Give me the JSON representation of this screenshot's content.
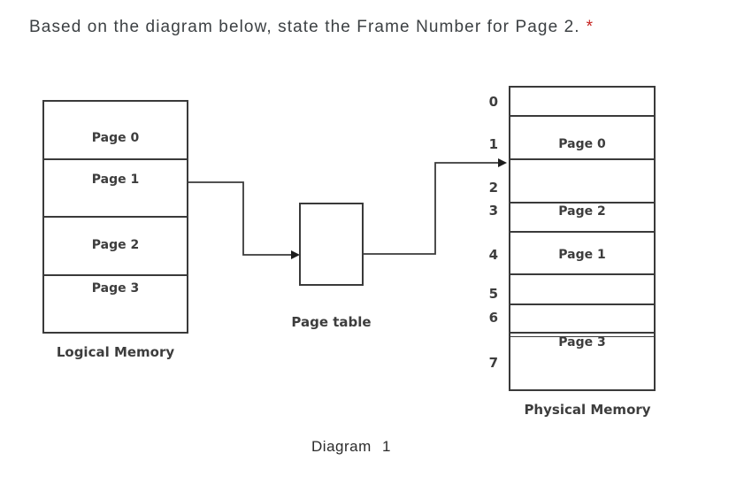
{
  "question": {
    "text": "Based on the diagram below, state the Frame Number for Page 2.",
    "required_marker": "*"
  },
  "diagram": {
    "caption": "Diagram 1",
    "logical_memory": {
      "label": "Logical Memory",
      "pages": [
        "Page 0",
        "Page 1",
        "Page 2",
        "Page 3"
      ]
    },
    "page_table": {
      "label": "Page table"
    },
    "physical_memory": {
      "label": "Physical Memory",
      "frames": [
        {
          "number": "0",
          "content": ""
        },
        {
          "number": "1",
          "content": "Page 0"
        },
        {
          "number": "2",
          "content": ""
        },
        {
          "number": "3",
          "content": "Page 2"
        },
        {
          "number": "4",
          "content": "Page 1"
        },
        {
          "number": "5",
          "content": ""
        },
        {
          "number": "6",
          "content": ""
        },
        {
          "number": "7",
          "content": "Page 3"
        }
      ]
    },
    "colors": {
      "line": "#3a3a3a",
      "label_text": "#3d3d3d",
      "title_text": "#3c4043",
      "required_marker": "#c5221f",
      "background": "#ffffff"
    }
  }
}
